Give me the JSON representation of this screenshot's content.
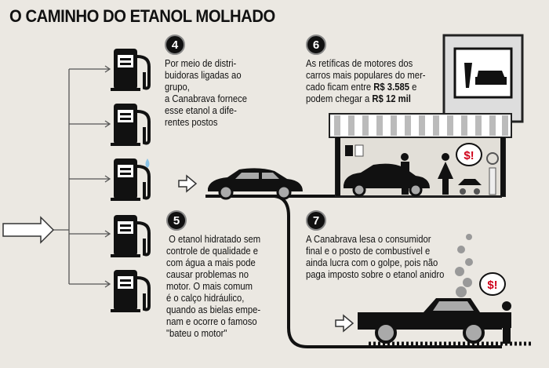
{
  "title": "O CAMINHO DO ETANOL MOLHADO",
  "steps": {
    "s4": {
      "num": "4",
      "lines": [
        "Por meio de distri-",
        "buidoras ligadas ao",
        "grupo,",
        "a Canabrava fornece",
        "esse etanol a dife-",
        "rentes postos"
      ]
    },
    "s6": {
      "num": "6",
      "line1": "As retíficas de motores dos",
      "line2": "carros mais populares do mer-",
      "line3a": "cado ficam entre ",
      "price1": "R$ 3.585",
      "line3b": " e",
      "line4a": "podem chegar a ",
      "price2": "R$ 12 mil"
    },
    "s5": {
      "num": "5",
      "lines": [
        " O etanol hidratado sem",
        "controle de qualidade e",
        "com água a mais pode",
        "causar problemas no",
        "motor. O mais comum",
        "é o calço hidráulico,",
        "quando as bielas empe-",
        "nam e ocorre o famoso",
        "\"bateu o motor\""
      ]
    },
    "s7": {
      "num": "7",
      "lines": [
        "A Canabrava lesa o consumidor",
        "final e o posto de combustível e",
        "ainda lucra com o golpe, pois não",
        "paga imposto sobre o etanol anidro"
      ]
    }
  },
  "speech_bubble": "$!",
  "colors": {
    "background": "#ebe8e2",
    "ink": "#111111",
    "gray": "#9a9a9a"
  }
}
